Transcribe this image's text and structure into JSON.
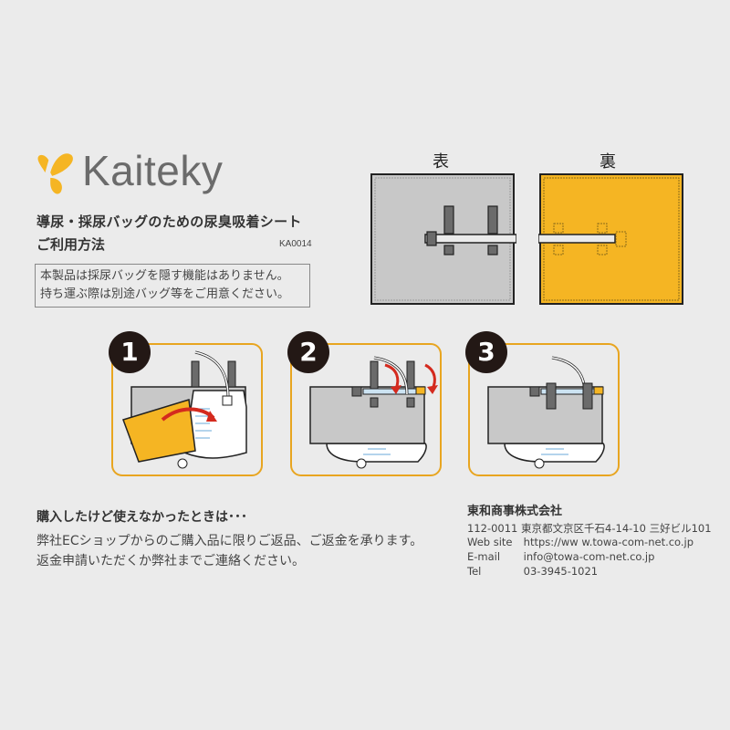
{
  "brand": {
    "name": "Kaiteky",
    "logo_icon": "butterfly-icon",
    "accent_color": "#f5b523"
  },
  "header": {
    "title_line1": "導尿・採尿バッグのための尿臭吸着シート",
    "title_line2": "ご利用方法",
    "product_code": "KA0014"
  },
  "notice": {
    "line1": "本製品は採尿バッグを隠す機能はありません。",
    "line2": "持ち運ぶ際は別途バッグ等をご用意ください。"
  },
  "sheet_diagrams": {
    "front_label": "表",
    "back_label": "裏",
    "front_color": "#c8c8c8",
    "back_color": "#f5b523"
  },
  "steps": [
    {
      "number": "1"
    },
    {
      "number": "2"
    },
    {
      "number": "3"
    }
  ],
  "returns": {
    "title": "購入したけど使えなかったときは･･･",
    "line1": "弊社ECショップからのご購入品に限りご返品、ご返金を承ります。",
    "line2": "返金申請いただくか弊社までご連絡ください。"
  },
  "company": {
    "name": "東和商事株式会社",
    "postal": "112-0011",
    "address": "東京都文京区千石4-14-10 三好ビル101",
    "web_label": "Web site",
    "web": "https://ww w.towa-com-net.co.jp",
    "email_label": "E-mail",
    "email": "info@towa-com-net.co.jp",
    "tel_label": "Tel",
    "tel": "03-3945-1021"
  }
}
